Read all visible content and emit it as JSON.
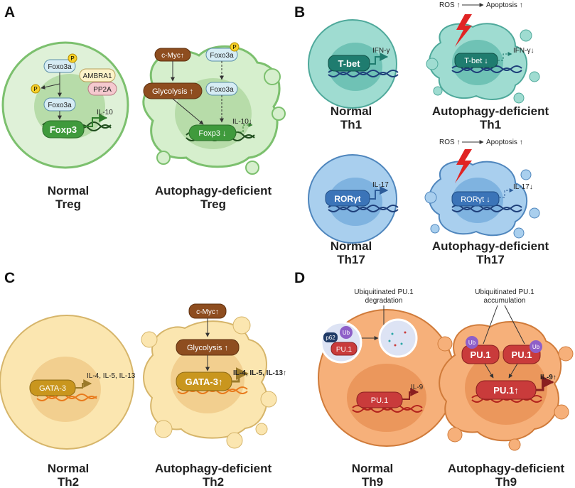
{
  "panels": {
    "A": {
      "letter": "A",
      "normal": {
        "labels": {
          "foxo3a_top": "Foxo3a",
          "ambra1": "AMBRA1",
          "pp2a": "PP2A",
          "foxo3a_mid": "Foxo3a",
          "foxp3": "Foxp3",
          "il10": "IL-10",
          "p1": "P",
          "p2": "P"
        },
        "caption": [
          "Normal",
          "Treg"
        ]
      },
      "deficient": {
        "labels": {
          "cmyc": "c-Myc↑",
          "foxo3a_p": "Foxo3a",
          "p": "P",
          "foxo3a": "Foxo3a",
          "glycolysis": "Glycolysis ↑",
          "foxp3": "Foxp3 ↓",
          "il10": "IL-10↓"
        },
        "caption": [
          "Autophagy-deficient",
          "Treg"
        ]
      }
    },
    "B": {
      "letter": "B",
      "th1_normal": {
        "tf": "T-bet",
        "cytokine": "IFN-γ",
        "caption": [
          "Normal",
          "Th1"
        ]
      },
      "th1_deficient": {
        "ros": "ROS ↑",
        "apoptosis": "Apoptosis ↑",
        "tf": "T-bet ↓",
        "cytokine": "IFN-γ↓",
        "caption": [
          "Autophagy-deficient",
          "Th1"
        ]
      },
      "th17_normal": {
        "tf": "RORγt",
        "cytokine": "IL-17",
        "caption": [
          "Normal",
          "Th17"
        ]
      },
      "th17_deficient": {
        "ros": "ROS ↑",
        "apoptosis": "Apoptosis ↑",
        "tf": "RORγt ↓",
        "cytokine": "IL-17↓",
        "caption": [
          "Autophagy-deficient",
          "Th17"
        ]
      }
    },
    "C": {
      "letter": "C",
      "normal": {
        "tf": "GATA-3",
        "cytokine": "IL-4, IL-5, IL-13",
        "caption": [
          "Normal",
          "Th2"
        ]
      },
      "deficient": {
        "cmyc": "c-Myc↑",
        "glycolysis": "Glycolysis ↑",
        "tf": "GATA-3↑",
        "cytokine": "IL-4, IL-5, IL-13↑",
        "caption": [
          "Autophagy-deficient",
          "Th2"
        ]
      }
    },
    "D": {
      "letter": "D",
      "normal": {
        "note": [
          "Ubiquitinated PU.1",
          "degradation"
        ],
        "p62": "p62",
        "ub": "Ub",
        "pu1_small": "PU.1",
        "pu1": "PU.1",
        "cytokine": "IL-9",
        "caption": [
          "Normal",
          "Th9"
        ]
      },
      "deficient": {
        "note": [
          "Ubiquitinated PU.1",
          "accumulation"
        ],
        "ub1": "Ub",
        "ub2": "Ub",
        "pu1_a": "PU.1",
        "pu1_b": "PU.1",
        "pu1": "PU.1↑",
        "cytokine": "IL-9↑",
        "caption": [
          "Autophagy-deficient",
          "Th9"
        ]
      }
    }
  },
  "colors": {
    "treg": "#bfe3b4",
    "th1": "#8fd3c8",
    "th17": "#a9cfee",
    "th2": "#fbe6b0",
    "th9": "#f6b07a",
    "foxp3": "#3f9a3c",
    "tbet": "#1f7c6f",
    "ror": "#3b74b8",
    "gata3": "#c9961e",
    "pu1": "#c93b3b",
    "brown": "#8e4d1f",
    "ros": "#e02424"
  }
}
